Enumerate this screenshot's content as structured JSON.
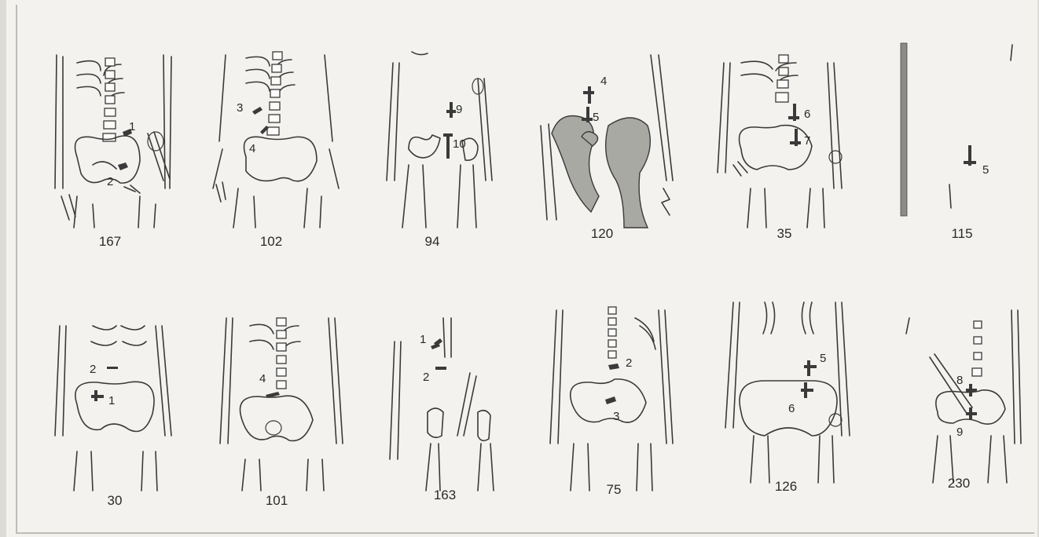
{
  "figure": {
    "panels": [
      {
        "id": "167",
        "pins": [
          "1",
          "2"
        ]
      },
      {
        "id": "102",
        "pins": [
          "3",
          "4"
        ]
      },
      {
        "id": "94",
        "pins": [
          "9",
          "10"
        ]
      },
      {
        "id": "120",
        "pins": [
          "4",
          "5"
        ]
      },
      {
        "id": "35",
        "pins": [
          "6",
          "7"
        ]
      },
      {
        "id": "115",
        "pins": [
          "5"
        ]
      },
      {
        "id": "30",
        "pins": [
          "2",
          "1"
        ]
      },
      {
        "id": "101",
        "pins": [
          "4"
        ]
      },
      {
        "id": "163",
        "pins": [
          "1",
          "2"
        ]
      },
      {
        "id": "75",
        "pins": [
          "2",
          "3"
        ]
      },
      {
        "id": "126",
        "pins": [
          "5",
          "6"
        ]
      },
      {
        "id": "230",
        "pins": [
          "8",
          "9"
        ]
      }
    ]
  }
}
